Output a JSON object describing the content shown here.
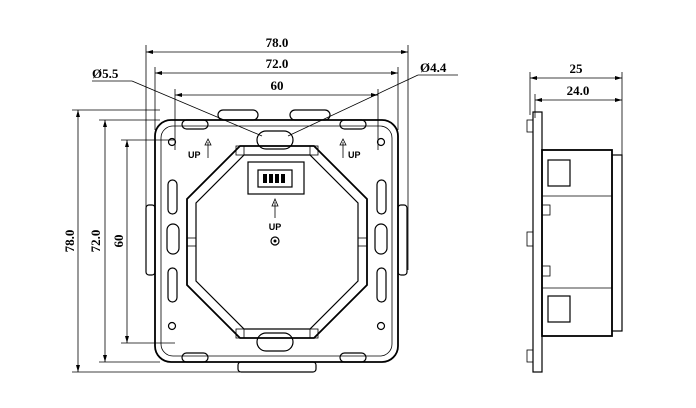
{
  "front_view": {
    "dim_overall_width": "78.0",
    "dim_plate_width": "72.0",
    "dim_hole_spacing": "60",
    "dim_overall_height": "78.0",
    "dim_plate_height": "72.0",
    "dim_hole_spacing_v": "60",
    "hole_dia_left": "Ø5.5",
    "hole_dia_right": "Ø4.4",
    "up_label_left": "UP",
    "up_label_right": "UP",
    "up_label_center": "UP"
  },
  "side_view": {
    "dim_total_depth": "25",
    "dim_body_depth": "24.0"
  }
}
